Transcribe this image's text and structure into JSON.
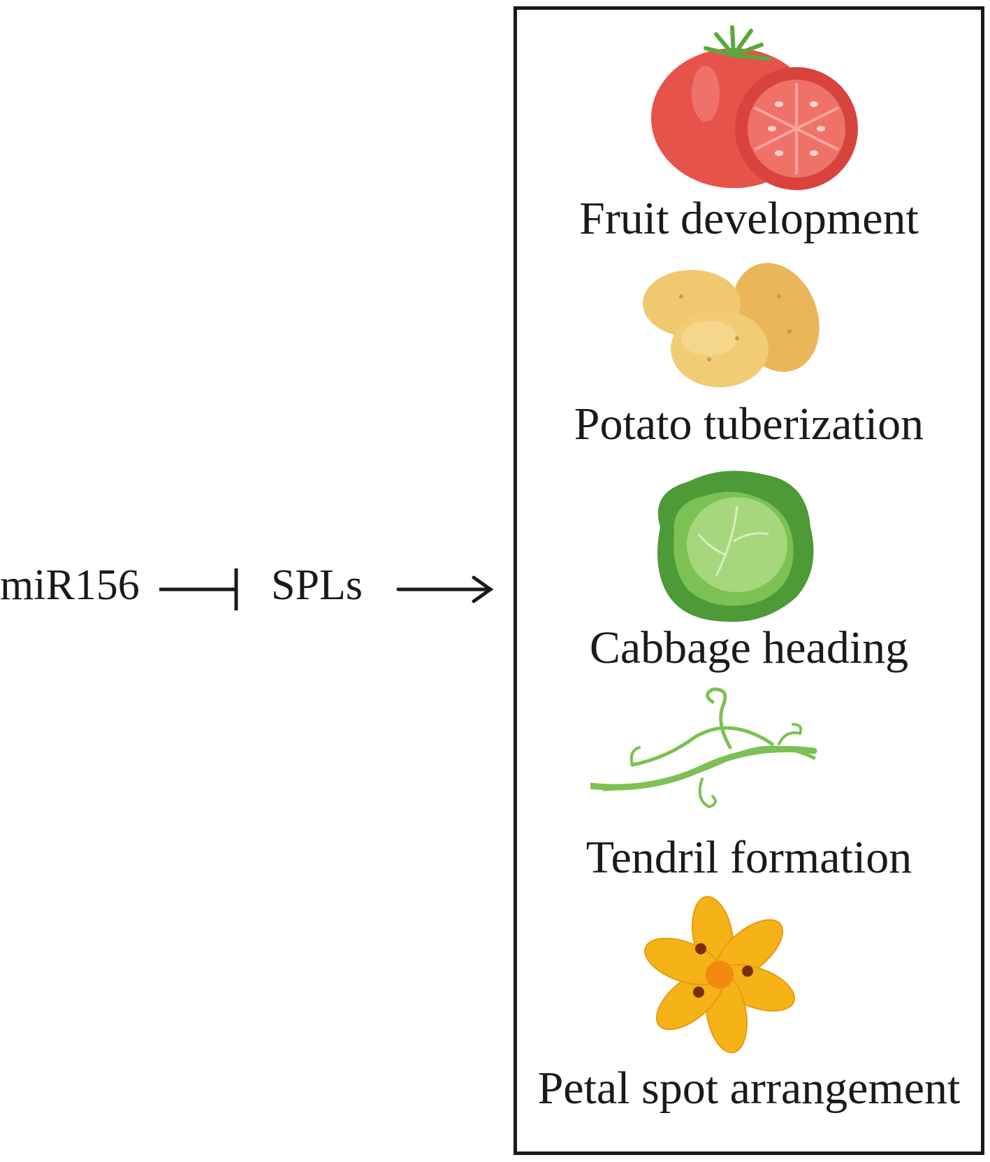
{
  "nodes": {
    "regulator": "miR156",
    "target": "SPLs"
  },
  "edges": [
    {
      "from": "miR156",
      "to": "SPLs",
      "type": "inhibition"
    },
    {
      "from": "SPLs",
      "to": "outcomes",
      "type": "activation"
    }
  ],
  "outcomes": [
    {
      "label": "Fruit development",
      "icon": "tomato-icon"
    },
    {
      "label": "Potato tuberization",
      "icon": "potato-icon"
    },
    {
      "label": "Cabbage heading",
      "icon": "cabbage-icon"
    },
    {
      "label": "Tendril formation",
      "icon": "tendril-icon"
    },
    {
      "label": "Petal spot arrangement",
      "icon": "flower-icon"
    }
  ],
  "colors": {
    "ink": "#1a1a1a",
    "tomato": "#e5534b",
    "potato": "#eec46a",
    "cabbage": "#6dbb45",
    "tendril": "#7cc153",
    "petal": "#f5b318"
  }
}
